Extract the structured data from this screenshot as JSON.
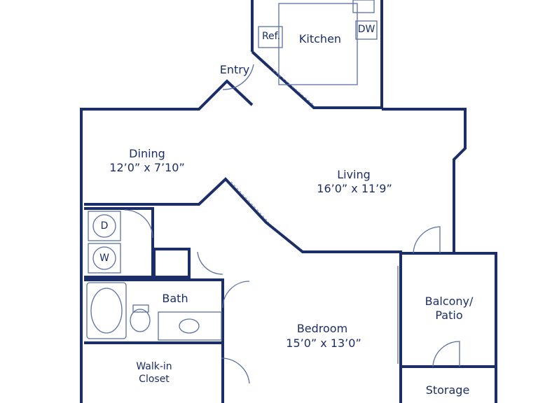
{
  "colors": {
    "wall": "#1b2e68",
    "thin": "#5b6fa6",
    "dash": "#7f8fbf"
  },
  "rooms": {
    "kitchen": {
      "name": "Kitchen"
    },
    "refrigerator": {
      "name": "Ref."
    },
    "dishwasher": {
      "name": "DW"
    },
    "entry": {
      "name": "Entry"
    },
    "dining": {
      "name": "Dining",
      "dims": "12’0” x 7’10”"
    },
    "living": {
      "name": "Living",
      "dims": "16’0” x 11’9”"
    },
    "dryer": {
      "name": "D"
    },
    "washer": {
      "name": "W"
    },
    "bath": {
      "name": "Bath"
    },
    "bedroom": {
      "name": "Bedroom",
      "dims": "15’0” x 13’0”"
    },
    "balcony": {
      "name_line1": "Balcony/",
      "name_line2": "Patio"
    },
    "walkin": {
      "name_line1": "Walk-in",
      "name_line2": "Closet"
    },
    "storage": {
      "name": "Storage"
    }
  }
}
